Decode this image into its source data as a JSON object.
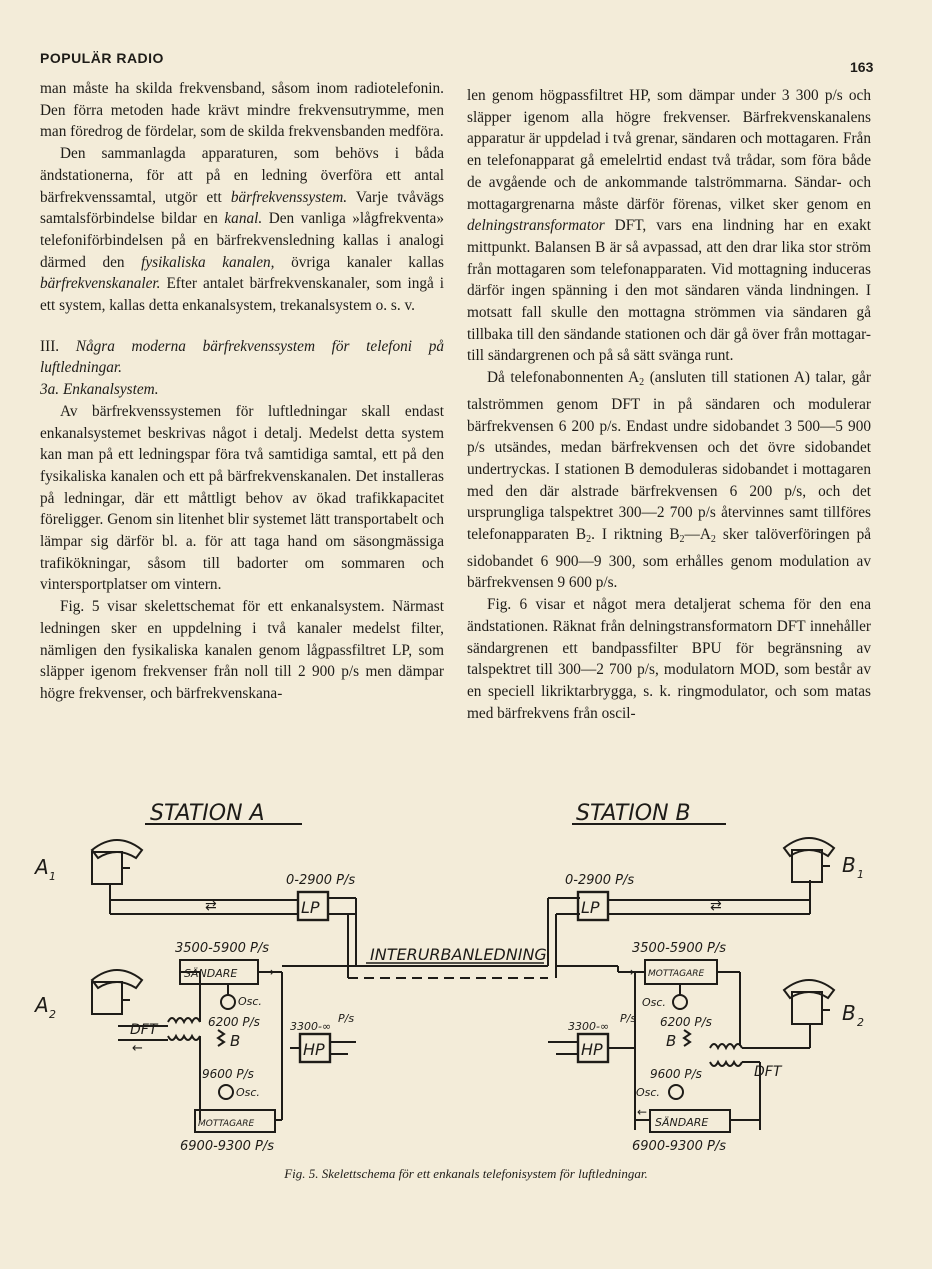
{
  "header": {
    "running_head": "POPULÄR RADIO",
    "page_number": "163"
  },
  "left_column": {
    "p1": "man måste ha skilda frekvensband, såsom inom radiotelefonin. Den förra metoden hade krävt mindre frekvensutrymme, men man föredrog de fördelar, som de skilda frekvensbanden medföra.",
    "p2_a": "Den sammanlagda apparaturen, som behövs i båda ändstationerna, för att på en ledning överföra ett antal bärfrekvenssamtal, utgör ett ",
    "p2_b": "bärfrekvenssystem.",
    "p2_c": " Varje tvåvägs samtalsförbindelse bildar en ",
    "p2_d": "kanal.",
    "p2_e": " Den vanliga »lågfrekventa» telefoniförbindelsen på en bärfrekvensledning kallas i analogi därmed den ",
    "p2_f": "fysikaliska kanalen,",
    "p2_g": " övriga kanaler kallas ",
    "p2_h": "bärfrekvenskanaler.",
    "p2_i": " Efter antalet bärfrekvenskanaler, som ingå i ett system, kallas detta enkanalsystem, trekanalsystem o. s. v.",
    "heading_num": "III. ",
    "heading_text": "Några moderna bärfrekvenssystem för telefoni på luftledningar.",
    "subheading": "3a. Enkanalsystem.",
    "p3": "Av bärfrekvenssystemen för luftledningar skall endast enkanalsystemet beskrivas något i detalj. Medelst detta system kan man på ett ledningspar föra två samtidiga samtal, ett på den fysikaliska kanalen och ett på bärfrekvenskanalen. Det installeras på ledningar, där ett måttligt behov av ökad trafikkapacitet föreligger. Genom sin litenhet blir systemet lätt transportabelt och lämpar sig därför bl. a. för att taga hand om säsongmässiga trafikökningar, såsom till badorter om sommaren och vintersportplatser om vintern.",
    "p4": "Fig. 5 visar skelettschemat för ett enkanalsystem. Närmast ledningen sker en uppdelning i två kanaler medelst filter, nämligen den fysikaliska kanalen genom lågpassfiltret LP, som släpper igenom frekvenser från noll till 2 900 p/s men dämpar högre frekvenser, och bärfrekvenskana-"
  },
  "right_column": {
    "p1_a": "len genom högpassfiltret HP, som dämpar under 3 300 p/s och släpper igenom alla högre frekvenser. Bärfrekvenskanalens apparatur är uppdelad i två grenar, sändaren och mottagaren. Från en telefonapparat gå emelelrtid endast två trådar, som föra både de avgående och de ankommande talströmmarna. Sändar- och mottagargrenarna måste därför förenas, vilket sker genom en ",
    "p1_b": "delningstransformator",
    "p1_c": " DFT, vars ena lindning har en exakt mittpunkt. Balansen B är så avpassad, att den drar lika stor ström från mottagaren som telefonapparaten. Vid mottagning induceras därför ingen spänning i den mot sändaren vända lindningen. I motsatt fall skulle den mottagna strömmen via sändaren gå tillbaka till den sändande stationen och där gå över från mottagar- till sändargrenen och på så sätt svänga runt.",
    "p2_a": "Då telefonabonnenten A",
    "p2_sub1": "2",
    "p2_b": " (ansluten till stationen A) talar, går talströmmen genom DFT in på sändaren och modulerar bärfrekvensen 6 200 p/s. Endast undre sidobandet 3 500—5 900 p/s utsändes, medan bärfrekvensen och det övre sidobandet undertryckas. I stationen B demoduleras sidobandet i mottagaren med den där alstrade bärfrekvensen 6 200 p/s, och det ursprungliga talspektret 300—2 700 p/s återvinnes samt tillföres telefonapparaten B",
    "p2_sub2": "2",
    "p2_c": ". I riktning B",
    "p2_sub3": "2",
    "p2_d": "—A",
    "p2_sub4": "2",
    "p2_e": " sker talöverföringen på sidobandet 6 900—9 300, som erhålles genom modulation av bärfrekvensen 9 600 p/s.",
    "p3": "Fig. 6 visar et något mera detaljerat schema för den ena ändstationen. Räknat från delningstransformatorn DFT innehåller sändargrenen ett bandpassfilter BPU för begränsning av talspektret till 300—2 700 p/s, modulatorn MOD, som består av en speciell likriktarbrygga, s. k. ringmodulator, och som matas med bärfrekvens från oscil-"
  },
  "figure": {
    "station_a": "STATION A",
    "station_b": "STATION B",
    "a1": "A",
    "a1_sub": "1",
    "a2": "A",
    "a2_sub": "2",
    "b1": "B",
    "b1_sub": "1",
    "b2": "B",
    "b2_sub": "2",
    "lp": "LP",
    "hp": "HP",
    "lp_freq": "0-2900 P/s",
    "hp_freq": "3300-∞",
    "hp_unit": "P/s",
    "sender_freq": "3500-5900 P/s",
    "sender": "SÄNDARE",
    "receiver": "MOTTAGARE",
    "receiver_freq": "6900-9300 P/s",
    "osc": "Osc.",
    "f6200": "6200 P/s",
    "f9600": "9600 P/s",
    "dft": "DFT",
    "balance": "B",
    "line": "INTERURBANLEDNING",
    "caption": "Fig. 5. Skelettschema för ett enkanals telefonisystem för luftledningar."
  }
}
